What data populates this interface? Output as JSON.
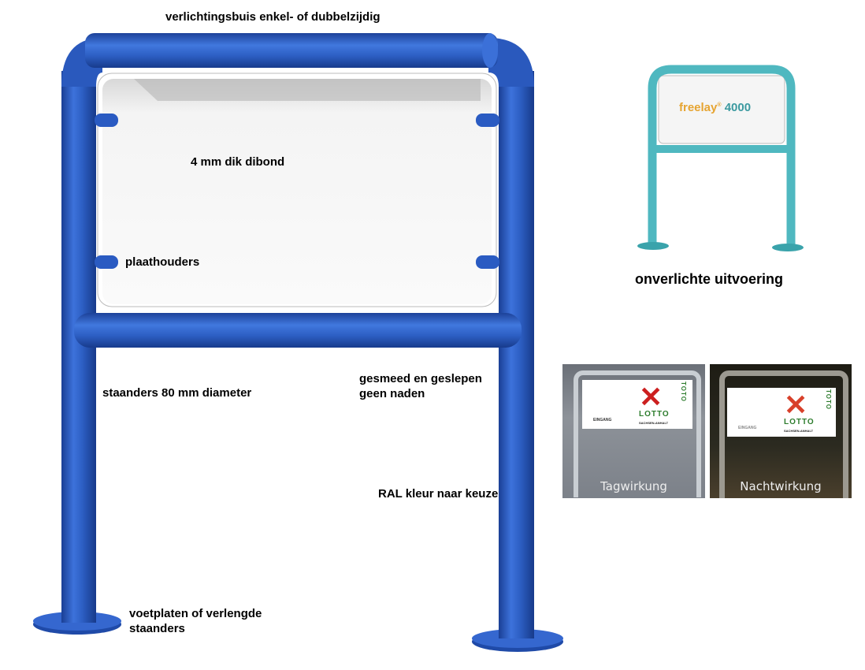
{
  "labels": {
    "lighting_tube": "verlichtingsbuis enkel- of dubbelzijdig",
    "panel": "4 mm dik dibond",
    "holders": "plaathouders",
    "posts": "staanders 80 mm diameter",
    "forged_line1": "gesmeed en geslepen",
    "forged_line2": "geen naden",
    "ral": "RAL kleur naar keuze",
    "feet_line1": "voetplaten of verlengde",
    "feet_line2": "staanders",
    "unlit": "onverlichte uitvoering"
  },
  "freelay": {
    "brand": "freelay",
    "reg": "®",
    "model": "4000"
  },
  "photos": [
    {
      "caption": "Tagwirkung",
      "sign_left": "EINGANG",
      "logo_top": "TOTO",
      "logo_main": "LOTTO",
      "logo_sub": "SACHSEN-ANHALT"
    },
    {
      "caption": "Nachtwirkung",
      "sign_left": "EINGANG",
      "logo_top": "TOTO",
      "logo_main": "LOTTO",
      "logo_sub": "SACHSEN-ANHALT"
    }
  ],
  "colors": {
    "frame": "#2d5fc4",
    "teal": "#4fb8c0"
  }
}
